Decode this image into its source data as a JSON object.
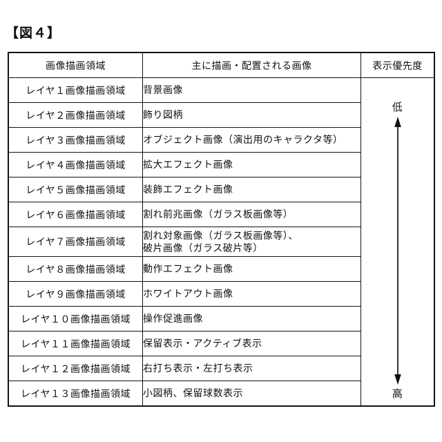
{
  "title": "【図４】",
  "table": {
    "headers": {
      "area": "画像描画領域",
      "image": "主に描画・配置される画像",
      "priority": "表示優先度"
    },
    "rows": [
      {
        "layer": "レイヤ１画像描画領域",
        "image": "背景画像"
      },
      {
        "layer": "レイヤ２画像描画領域",
        "image": "飾り図柄"
      },
      {
        "layer": "レイヤ３画像描画領域",
        "image": "オブジェクト画像（演出用のキャラクタ等）"
      },
      {
        "layer": "レイヤ４画像描画領域",
        "image": "拡大エフェクト画像"
      },
      {
        "layer": "レイヤ５画像描画領域",
        "image": "装飾エフェクト画像"
      },
      {
        "layer": "レイヤ６画像描画領域",
        "image": "割れ前兆画像（ガラス板画像等）"
      },
      {
        "layer": "レイヤ７画像描画領域",
        "image": "割れ対象画像（ガラス板画像等）、\n破片画像（ガラス破片等）"
      },
      {
        "layer": "レイヤ８画像描画領域",
        "image": "動作エフェクト画像"
      },
      {
        "layer": "レイヤ９画像描画領域",
        "image": "ホワイトアウト画像"
      },
      {
        "layer": "レイヤ１０画像描画領域",
        "image": "操作促進画像"
      },
      {
        "layer": "レイヤ１１画像描画領域",
        "image": "保留表示・アクティブ表示"
      },
      {
        "layer": "レイヤ１２画像描画領域",
        "image": "右打ち表示・左打ち表示"
      },
      {
        "layer": "レイヤ１３画像描画領域",
        "image": "小図柄、保留球数表示"
      }
    ],
    "priority": {
      "low_label": "低",
      "high_label": "高"
    }
  },
  "colors": {
    "text": "#111111",
    "border": "#111111",
    "background": "#ffffff"
  }
}
